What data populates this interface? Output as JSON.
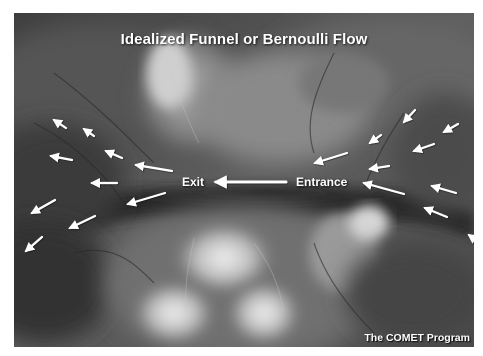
{
  "title": "Idealized Funnel or Bernoulli Flow",
  "labels": {
    "exit": "Exit",
    "entrance": "Entrance"
  },
  "credit": "The COMET Program",
  "colors": {
    "arrow": "#ffffff",
    "text": "#ffffff",
    "terrain_light": "#e2e2e2",
    "terrain_dark": "#1e1e1e"
  },
  "icons": [
    "flow-arrow"
  ]
}
